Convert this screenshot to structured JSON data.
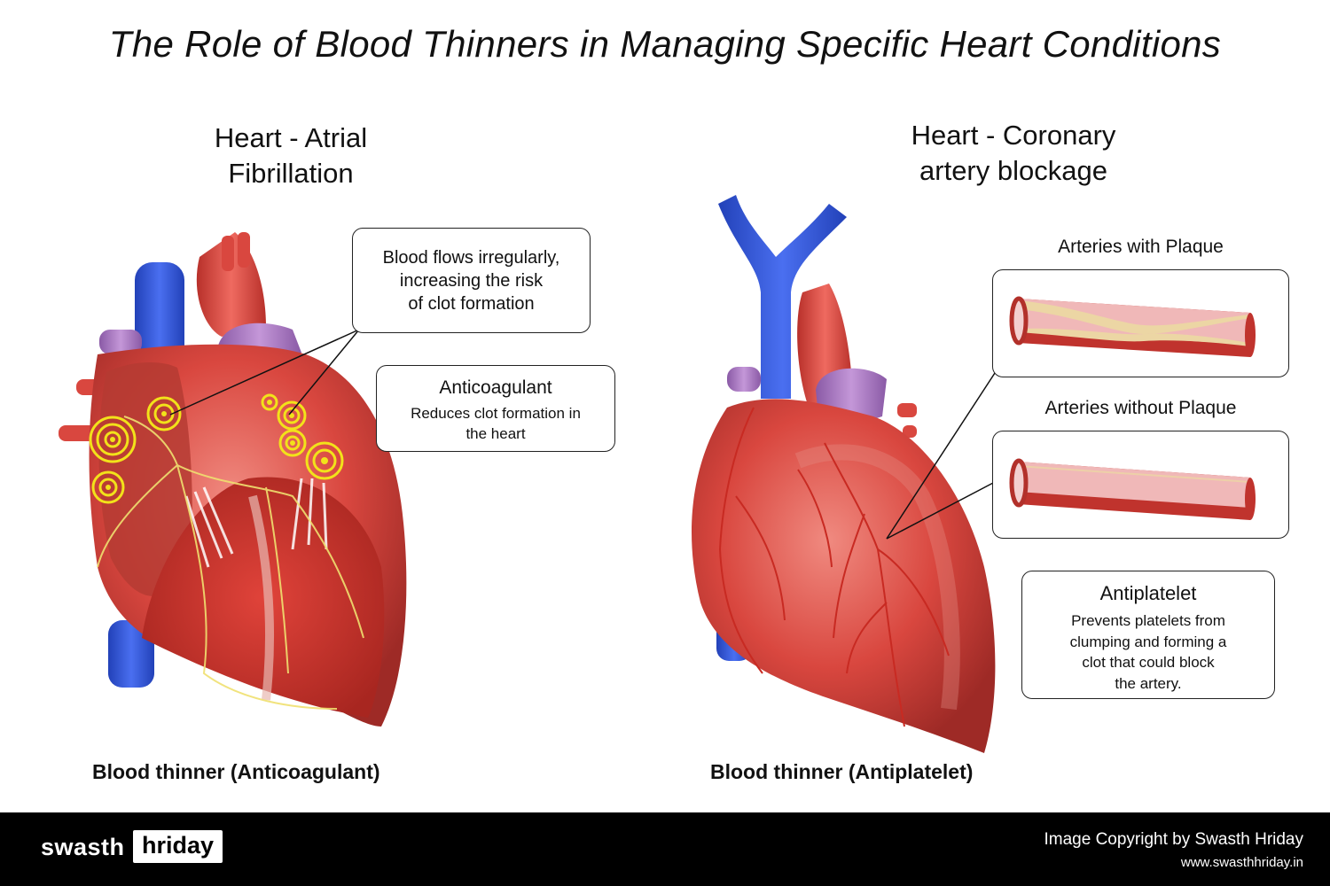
{
  "title": "The Role of Blood Thinners in Managing Specific Heart Conditions",
  "left_panel": {
    "heading_line1": "Heart - Atrial",
    "heading_line2": "Fibrillation",
    "callout_flow": [
      "Blood flows irregularly,",
      "increasing the risk",
      "of clot formation"
    ],
    "callout_anticoagulant": {
      "title": "Anticoagulant",
      "text": [
        "Reduces clot formation in",
        "the heart"
      ]
    },
    "caption": "Blood thinner (Anticoagulant)"
  },
  "right_panel": {
    "heading_line1": "Heart - Coronary",
    "heading_line2": "artery blockage",
    "artery_with_plaque_label": "Arteries with Plaque",
    "artery_without_plaque_label": "Arteries without Plaque",
    "callout_antiplatelet": {
      "title": "Antiplatelet",
      "text": [
        "Prevents platelets from",
        "clumping and forming a",
        "clot that could block",
        "the artery."
      ]
    },
    "caption": "Blood thinner (Antiplatelet)"
  },
  "footer": {
    "logo_part1": "swasth",
    "logo_part2": "hriday",
    "copyright": "Image Copyright by Swasth Hriday",
    "url": "www.swasthhriday.in"
  },
  "colors": {
    "heart_red": "#d9473f",
    "vein_blue": "#2f56d6",
    "artery_purple": "#a170b8",
    "signal_yellow": "#f2e21a",
    "plaque_tan": "#ecd6a4",
    "footer_black": "#000000"
  }
}
